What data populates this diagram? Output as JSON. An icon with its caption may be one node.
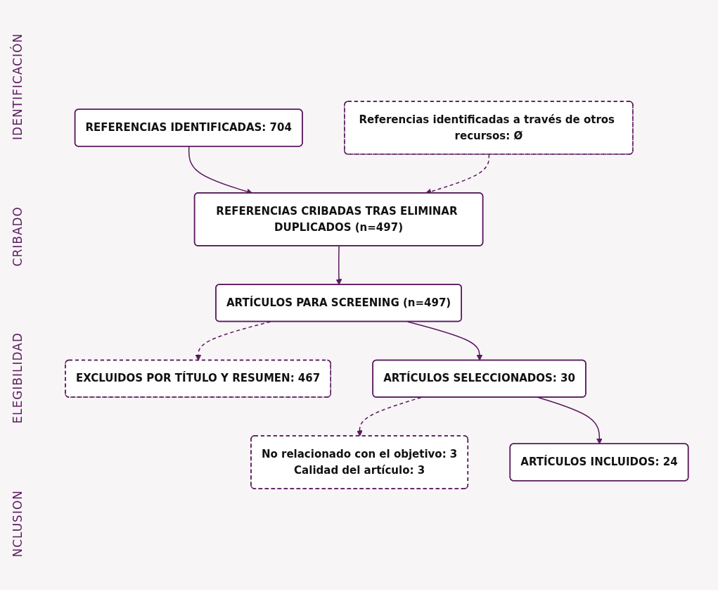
{
  "diagram": {
    "nodes": [
      {
        "text": [
          "REFERENCIAS IDENTIFICADAS: 704"
        ]
      },
      {
        "text": [
          "Referencias identificadas a través de otros recursos: Ø"
        ]
      },
      {
        "text": [
          "REFERENCIAS CRIBADAS TRAS ELIMINAR DUPLICADOS (n=497)"
        ]
      },
      {
        "text": [
          "ARTÍCULOS PARA SCREENING (n=497)"
        ]
      },
      {
        "text": [
          "EXCLUIDOS POR TÍTULO Y RESUMEN: 467"
        ]
      },
      {
        "text": [
          "ARTÍCULOS SELECCIONADOS: 30"
        ]
      },
      {
        "text": [
          "No relacionado con el objetivo: 3",
          "Calidad del artículo: 3"
        ]
      },
      {
        "text": [
          "ARTÍCULOS INCLUIDOS: 24"
        ]
      }
    ],
    "edges": [
      {
        "from": 0,
        "to": 2,
        "arrow": "to"
      },
      {
        "from": 1,
        "to": 2,
        "arrow": "to",
        "style": "dashed"
      },
      {
        "from": 2,
        "to": 3,
        "arrow": "to"
      },
      {
        "from": 3,
        "to": 4,
        "arrow": "to",
        "style": "dashed"
      },
      {
        "from": 3,
        "to": 5,
        "arrow": "to"
      },
      {
        "from": 5,
        "to": 6,
        "arrow": "to",
        "style": "dashed"
      },
      {
        "from": 5,
        "to": 7,
        "arrow": "to"
      }
    ],
    "labels": [
      "IDENTIFICACIÓN",
      "CRIBADO",
      "ELEGIBILIDAD",
      "NCLUSION"
    ]
  }
}
